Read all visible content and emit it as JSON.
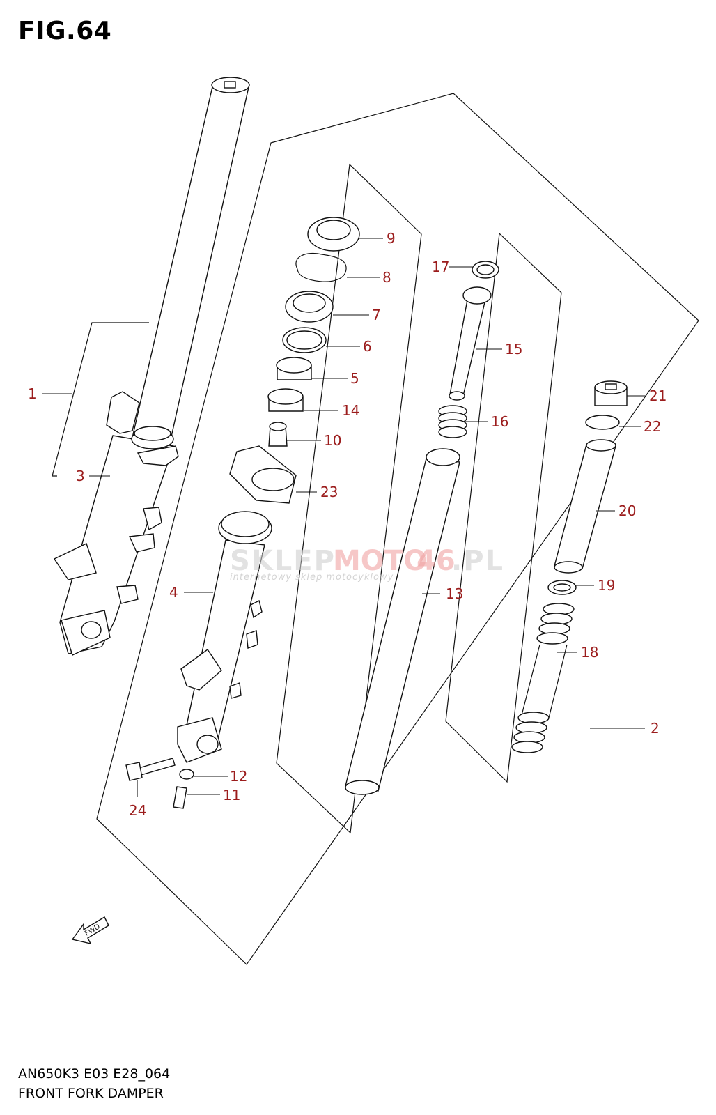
{
  "figure": {
    "title": "FIG.64"
  },
  "footer": {
    "model_code": "AN650K3 E03 E28_064",
    "description": "FRONT FORK DAMPER"
  },
  "watermark": {
    "brand_a": "SKLEP",
    "brand_b": "MOTO",
    "brand_c": "46",
    "brand_d": ".PL",
    "tagline": "internetowy sklep motocyklowy"
  },
  "fwd_arrow": {
    "label": "FWD"
  },
  "callouts": {
    "c1": "1",
    "c2": "2",
    "c3": "3",
    "c4": "4",
    "c5": "5",
    "c6": "6",
    "c7": "7",
    "c8": "8",
    "c9": "9",
    "c10": "10",
    "c11": "11",
    "c12": "12",
    "c13": "13",
    "c14": "14",
    "c15": "15",
    "c16": "16",
    "c17": "17",
    "c18": "18",
    "c19": "19",
    "c20": "20",
    "c21": "21",
    "c22": "22",
    "c23": "23",
    "c24": "24"
  },
  "colors": {
    "callout": "#9b1c1c",
    "line": "#111111",
    "background": "#ffffff"
  }
}
